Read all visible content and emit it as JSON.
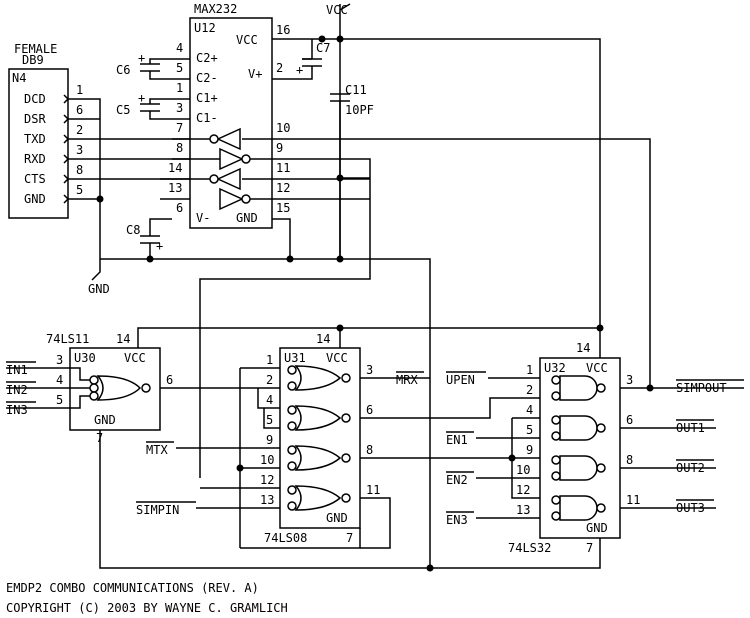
{
  "chips": {
    "db9": {
      "title_line1": "FEMALE",
      "title_line2": "DB9",
      "ref": "N4",
      "pins": [
        {
          "name": "DCD",
          "num": "1"
        },
        {
          "name": "DSR",
          "num": "6"
        },
        {
          "name": "TXD",
          "num": "2"
        },
        {
          "name": "RXD",
          "num": "3"
        },
        {
          "name": "CTS",
          "num": "8"
        },
        {
          "name": "GND",
          "num": "5"
        }
      ]
    },
    "max232": {
      "part": "MAX232",
      "ref": "U12",
      "vcc": "VCC",
      "vplus": "V+",
      "vminus": "V-",
      "gnd": "GND",
      "c2p": "C2+",
      "c2m": "C2-",
      "c1p": "C1+",
      "c1m": "C1-",
      "pins": {
        "p16": "16",
        "p4": "4",
        "p5": "5",
        "p2": "2",
        "p1": "1",
        "p3": "3",
        "p7": "7",
        "p8": "8",
        "p14": "14",
        "p13": "13",
        "p6": "6",
        "p15": "15",
        "p10": "10",
        "p9": "9",
        "p11": "11",
        "p12": "12"
      }
    },
    "u30": {
      "part": "74LS11",
      "ref": "U30",
      "vcc": "VCC",
      "gnd": "GND",
      "pins": {
        "vcc": "14",
        "a": "3",
        "b": "4",
        "c": "5",
        "out": "6",
        "gnd": "7"
      }
    },
    "u31": {
      "part": "74LS08",
      "ref": "U31",
      "vcc": "VCC",
      "gnd": "GND",
      "pins": {
        "vcc": "14",
        "p1": "1",
        "p2": "2",
        "p3": "3",
        "p4": "4",
        "p5": "5",
        "p6": "6",
        "p9": "9",
        "p10": "10",
        "p8": "8",
        "p12": "12",
        "p13": "13",
        "p11": "11",
        "gnd": "7"
      }
    },
    "u32": {
      "part": "74LS32",
      "ref": "U32",
      "vcc": "VCC",
      "gnd": "GND",
      "pins": {
        "vcc": "14",
        "p1": "1",
        "p2": "2",
        "p3": "3",
        "p4": "4",
        "p5": "5",
        "p6": "6",
        "p9": "9",
        "p10": "10",
        "p8": "8",
        "p12": "12",
        "p13": "13",
        "p11": "11",
        "gnd": "7"
      }
    }
  },
  "caps": {
    "c6": "C6",
    "c5": "C5",
    "c7": "C7",
    "c8": "C8",
    "c11": "C11",
    "c11_value": "10PF",
    "plus": "+"
  },
  "supply": {
    "vcc": "VCC",
    "gnd": "GND"
  },
  "signals": {
    "in1": "IN1",
    "in2": "IN2",
    "in3": "IN3",
    "mrx": "MRX",
    "mtx": "MTX",
    "simpin": "SIMPIN",
    "upen": "UPEN",
    "en1": "EN1",
    "en2": "EN2",
    "en3": "EN3",
    "simpout": "SIMPOUT",
    "out1": "OUT1",
    "out2": "OUT2",
    "out3": "OUT3"
  },
  "footer": {
    "line1": "EMDP2 COMBO COMMUNICATIONS (REV. A)",
    "line2": "COPYRIGHT (C) 2003 BY WAYNE C. GRAMLICH"
  }
}
